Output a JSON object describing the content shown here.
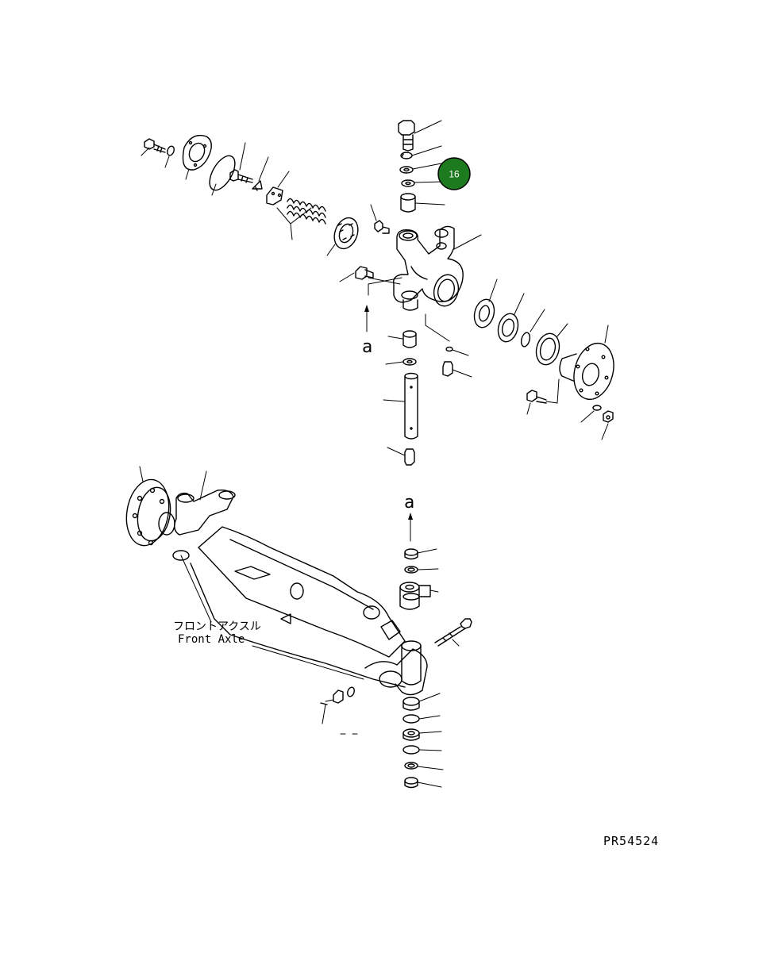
{
  "callout": {
    "number": "16",
    "fill": "#1e7a1e",
    "ring": "#000000"
  },
  "labels": {
    "view_a_upper": "a",
    "view_a_lower": "a",
    "assembly_jp": "フロントアクスル",
    "assembly_en": "Front Axle",
    "drawing_code": "PR54524"
  }
}
